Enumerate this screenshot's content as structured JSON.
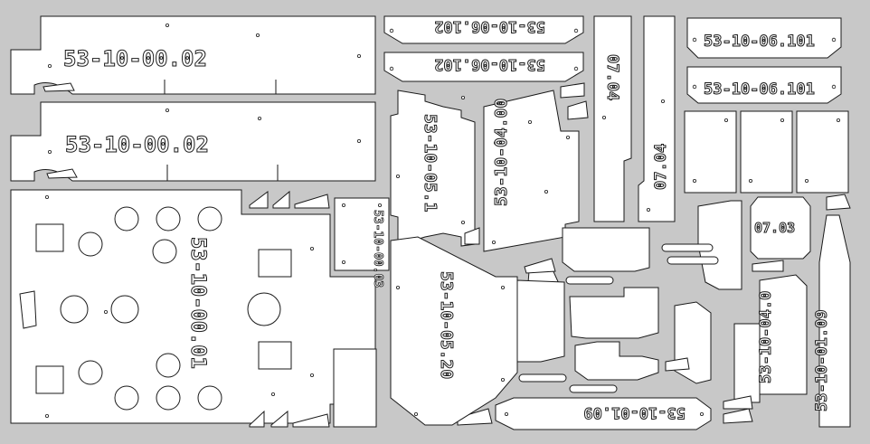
{
  "labels": {
    "frame_side_a": "53-10-00.02",
    "frame_side_b": "53-10-00.02",
    "base_plate": "53-10-00.01",
    "small_plate": "53-10-00.03",
    "bracket_a": "53-10-06.102",
    "bracket_b": "53-10-06.102",
    "bracket_c": "53-10-06.101",
    "bracket_d": "53-10-06.101",
    "top_plate": "53-10-05.1",
    "side_plate": "53-10-04.00",
    "strip_a": "07.04",
    "strip_b": "07.04",
    "square_part": "07.03",
    "lower_plate": "53-10-05.20",
    "bottom_strip": "53-10-01.09",
    "right_plate": "53-10-04.0",
    "right_strip": "53-10-01.09"
  },
  "colors": {
    "background": "#c8c8c8",
    "part_fill": "#ffffff",
    "stroke": "#1a1a1a"
  }
}
